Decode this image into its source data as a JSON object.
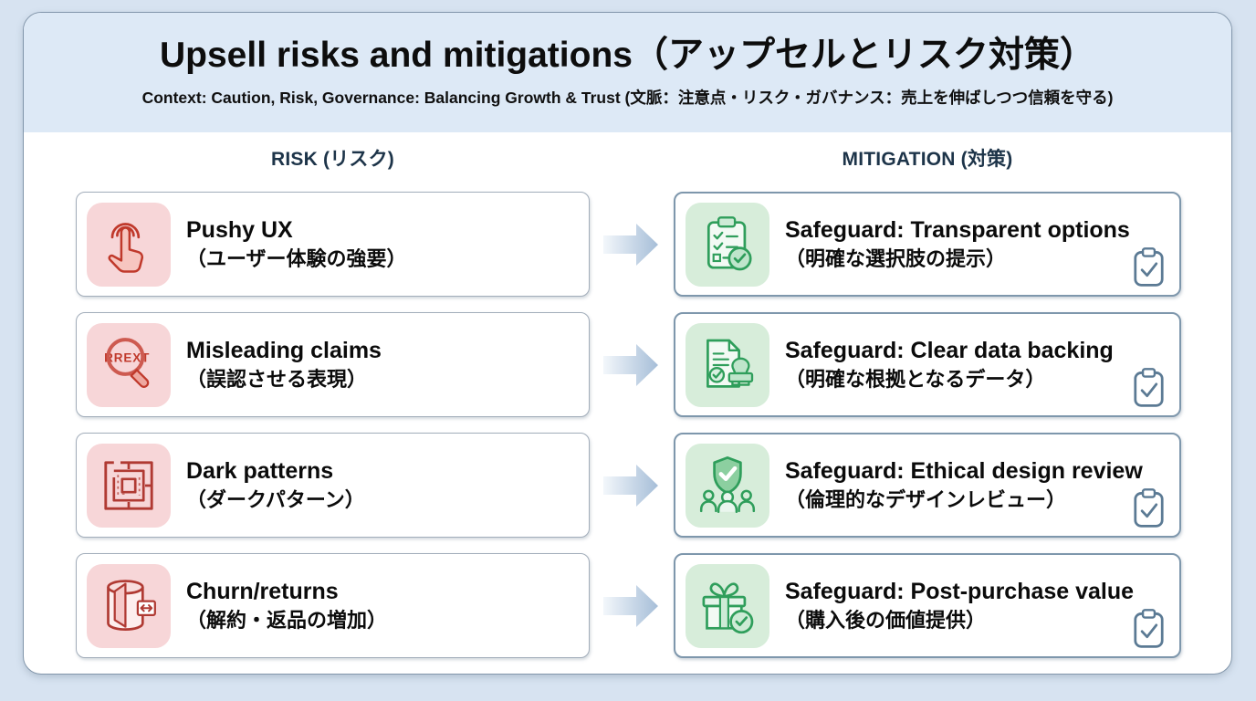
{
  "slide": {
    "title": "Upsell risks and mitigations（アップセルとリスク対策）",
    "subtitle": "Context: Caution, Risk, Governance: Balancing Growth & Trust (文脈：注意点・リスク・ガバナンス：売上を伸ばしつつ信頼を守る)"
  },
  "columns": {
    "risk_header": "RISK (リスク)",
    "mitigation_header": "MITIGATION (対策)"
  },
  "rows": [
    {
      "risk": {
        "icon": "tap-press-icon",
        "title": "Pushy UX",
        "subtitle": "（ユーザー体験の強要）"
      },
      "mitigation": {
        "icon": "clipboard-checklist-icon",
        "badge_icon": "clipboard-check-badge-icon",
        "title": "Safeguard: Transparent options",
        "subtitle": "（明確な選択肢の提示）"
      }
    },
    {
      "risk": {
        "icon": "magnifier-misleading-icon",
        "magnifier_text": "RREXT",
        "title": "Misleading claims",
        "subtitle": "（誤認させる表現）"
      },
      "mitigation": {
        "icon": "document-stamp-icon",
        "badge_icon": "clipboard-check-badge-icon",
        "title": "Safeguard: Clear data backing",
        "subtitle": "（明確な根拠となるデータ）"
      }
    },
    {
      "risk": {
        "icon": "maze-dark-pattern-icon",
        "title": "Dark patterns",
        "subtitle": "（ダークパターン）"
      },
      "mitigation": {
        "icon": "shield-team-review-icon",
        "badge_icon": "clipboard-check-badge-icon",
        "title": "Safeguard: Ethical design review",
        "subtitle": "（倫理的なデザインレビュー）"
      }
    },
    {
      "risk": {
        "icon": "exit-door-churn-icon",
        "title": "Churn/returns",
        "subtitle": "（解約・返品の増加）"
      },
      "mitigation": {
        "icon": "gift-check-icon",
        "badge_icon": "clipboard-check-badge-icon",
        "title": "Safeguard: Post-purchase value",
        "subtitle": "（購入後の価値提供）"
      }
    }
  ],
  "colors": {
    "page_bg": "#d7e3f1",
    "header_bg": "#dde9f6",
    "panel_bg": "#ffffff",
    "risk_tile_bg": "#f7d6d8",
    "risk_icon_stroke": "#b03a33",
    "mitigation_tile_bg": "#d7edda",
    "mitigation_icon_stroke": "#2f9e5b",
    "arrow_gradient_from": "#f3f7fb",
    "arrow_gradient_to": "#a6bed8",
    "heading_text": "#1d3449",
    "badge_icon_stroke": "#5b7a94"
  }
}
